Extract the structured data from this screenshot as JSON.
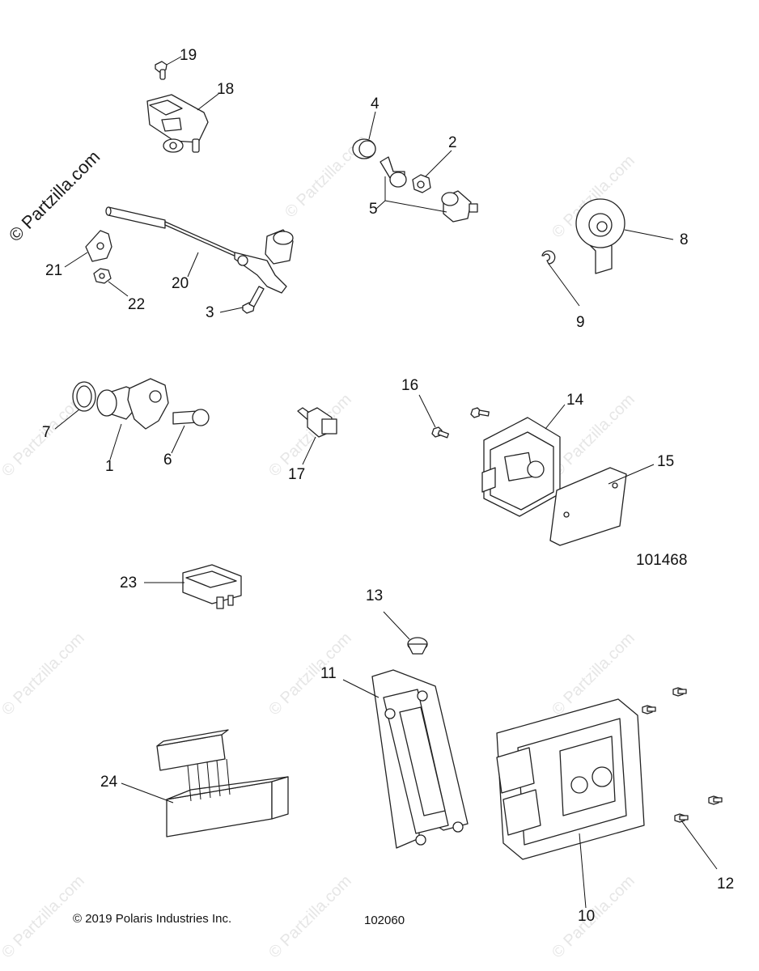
{
  "watermark": {
    "main_text": "© Partzilla.com",
    "repeat_text": "© Partzilla.com"
  },
  "callouts": {
    "c1": "1",
    "c2": "2",
    "c3": "3",
    "c4": "4",
    "c5": "5",
    "c6": "6",
    "c7": "7",
    "c8": "8",
    "c9": "9",
    "c10": "10",
    "c11": "11",
    "c12": "12",
    "c13": "13",
    "c14": "14",
    "c15": "15",
    "c16": "16",
    "c17": "17",
    "c18": "18",
    "c19": "19",
    "c20": "20",
    "c21": "21",
    "c22": "22",
    "c23": "23",
    "c24": "24"
  },
  "reference_numbers": {
    "upper": "101468",
    "lower": "102060"
  },
  "copyright": "© 2019 Polaris Industries Inc."
}
